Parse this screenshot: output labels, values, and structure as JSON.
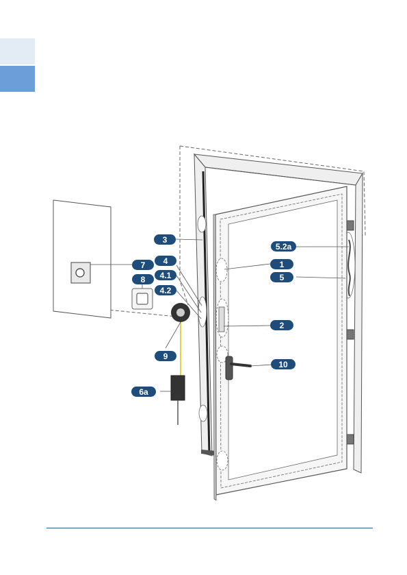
{
  "colors": {
    "tab_light": "#e3ebf5",
    "tab_dark": "#6c9fd9",
    "rule": "#2b5a8a",
    "callout": "#1e4d7b",
    "outline": "#555555",
    "panel_fill": "#f6f6f6",
    "frame_fill": "#efefef",
    "dashed": "#666666",
    "wire": "#e6d23a"
  },
  "icons": {
    "door": "door-icon",
    "wall_reader": "keypad-reader-icon",
    "wall_button": "push-button-icon",
    "motor": "lock-motor-icon",
    "power_supply": "power-supply-icon",
    "handle": "door-handle-icon"
  },
  "callouts": [
    {
      "id": "c3",
      "label": "3"
    },
    {
      "id": "c7",
      "label": "7"
    },
    {
      "id": "c4",
      "label": "4"
    },
    {
      "id": "c8",
      "label": "8"
    },
    {
      "id": "c41",
      "label": "4.1"
    },
    {
      "id": "c42",
      "label": "4.2"
    },
    {
      "id": "c9",
      "label": "9"
    },
    {
      "id": "c6a",
      "label": "6a"
    },
    {
      "id": "c52a",
      "label": "5.2a"
    },
    {
      "id": "c1",
      "label": "1"
    },
    {
      "id": "c5",
      "label": "5"
    },
    {
      "id": "c2",
      "label": "2"
    },
    {
      "id": "c10",
      "label": "10"
    }
  ]
}
